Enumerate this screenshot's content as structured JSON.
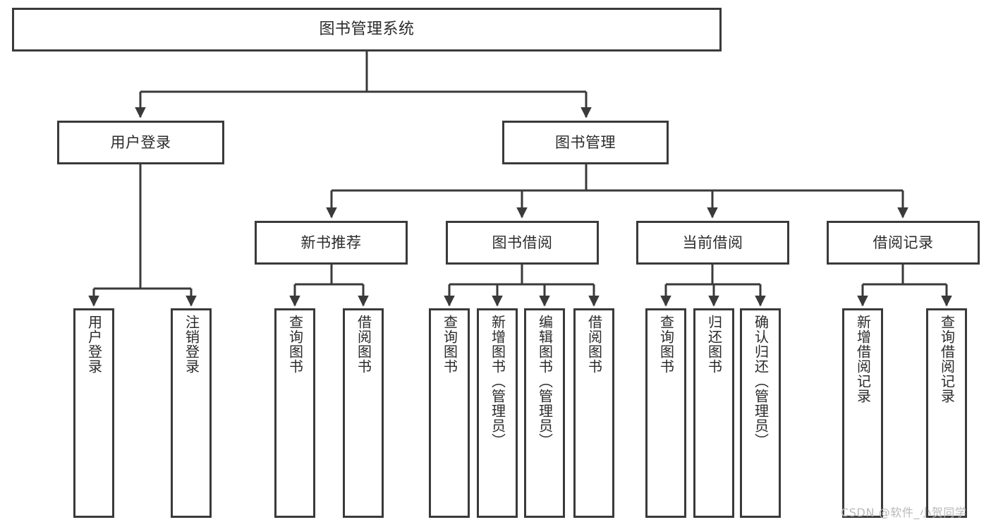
{
  "diagram": {
    "type": "tree-hierarchy-chart",
    "title": "图书管理系统",
    "watermark": "CSDN @软件_小贺同学",
    "colors": {
      "stroke": "#3a3a3a",
      "box_fill": "#ffffff",
      "text": "#2b2b2b",
      "watermark": "#b9b9b9",
      "background": "#ffffff"
    },
    "nodes": {
      "root": {
        "label": "图书管理系统"
      },
      "level2": [
        {
          "id": "user-login",
          "label": "用户登录"
        },
        {
          "id": "book-management",
          "label": "图书管理"
        }
      ],
      "level3": [
        {
          "id": "new-book-recommend",
          "label": "新书推荐"
        },
        {
          "id": "book-borrow",
          "label": "图书借阅"
        },
        {
          "id": "current-borrow",
          "label": "当前借阅"
        },
        {
          "id": "borrow-record",
          "label": "借阅记录"
        }
      ],
      "leaves": {
        "user_login": [
          {
            "id": "leaf-user-login",
            "label": "用户登录"
          },
          {
            "id": "leaf-logout-login",
            "label": "注销登录"
          }
        ],
        "new_book_recommend": [
          {
            "id": "leaf-query-book-1",
            "label": "查询图书"
          },
          {
            "id": "leaf-borrow-book-1",
            "label": "借阅图书"
          }
        ],
        "book_borrow": [
          {
            "id": "leaf-query-book-2",
            "label": "查询图书"
          },
          {
            "id": "leaf-add-book",
            "label": "新增图书（管理员）"
          },
          {
            "id": "leaf-edit-book",
            "label": "编辑图书（管理员）"
          },
          {
            "id": "leaf-borrow-book-2",
            "label": "借阅图书"
          }
        ],
        "current_borrow": [
          {
            "id": "leaf-query-book-3",
            "label": "查询图书"
          },
          {
            "id": "leaf-return-book",
            "label": "归还图书"
          },
          {
            "id": "leaf-confirm-return",
            "label": "确认归还（管理员）"
          }
        ],
        "borrow_record": [
          {
            "id": "leaf-add-borrow-record",
            "label": "新增借阅记录"
          },
          {
            "id": "leaf-query-borrow-record",
            "label": "查询借阅记录"
          }
        ]
      }
    }
  }
}
